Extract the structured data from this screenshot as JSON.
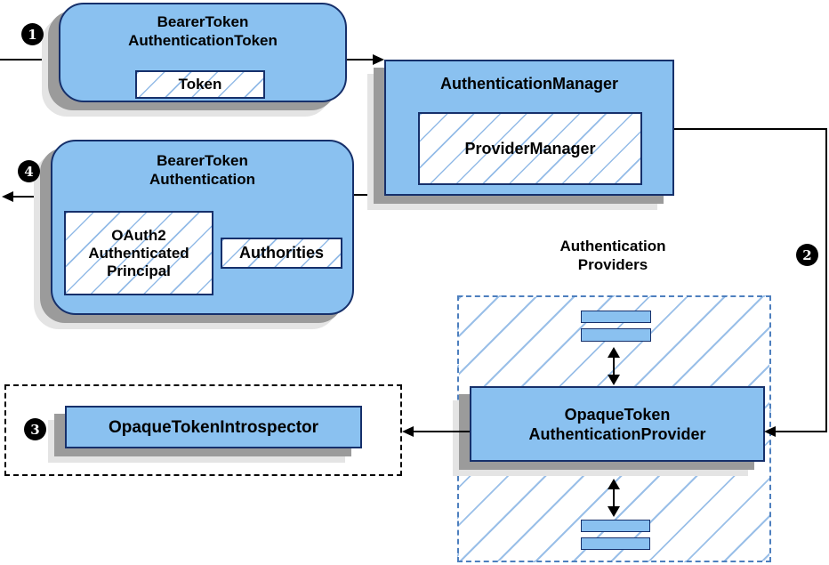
{
  "badges": {
    "step1": "1",
    "step2": "2",
    "step3": "3",
    "step4": "4"
  },
  "nodes": {
    "btat": {
      "title": [
        "BearerToken",
        "AuthenticationToken"
      ],
      "field": "Token"
    },
    "authmgr": {
      "title": "AuthenticationManager",
      "field": "ProviderManager"
    },
    "bta": {
      "title": [
        "BearerToken",
        "Authentication"
      ],
      "principal": [
        "OAuth2",
        "Authenticated",
        "Principal"
      ],
      "authorities": "Authorities"
    },
    "providers_group": {
      "label": [
        "Authentication",
        "Providers"
      ]
    },
    "otap": {
      "title": [
        "OpaqueToken",
        "AuthenticationProvider"
      ]
    },
    "oti": {
      "title": "OpaqueTokenIntrospector"
    }
  },
  "colors": {
    "node_fill": "#8AC1F0",
    "node_border": "#16306B",
    "hatch_line": "#86B8E4",
    "group_dash_border": "#4D7FBE",
    "dotted_border": "#000000",
    "shadow_dark": "#9B9B9B",
    "shadow_light": "#E4E4E4",
    "arrow": "#000000",
    "badge_bg": "#000000",
    "badge_text": "#FFFFFF"
  }
}
